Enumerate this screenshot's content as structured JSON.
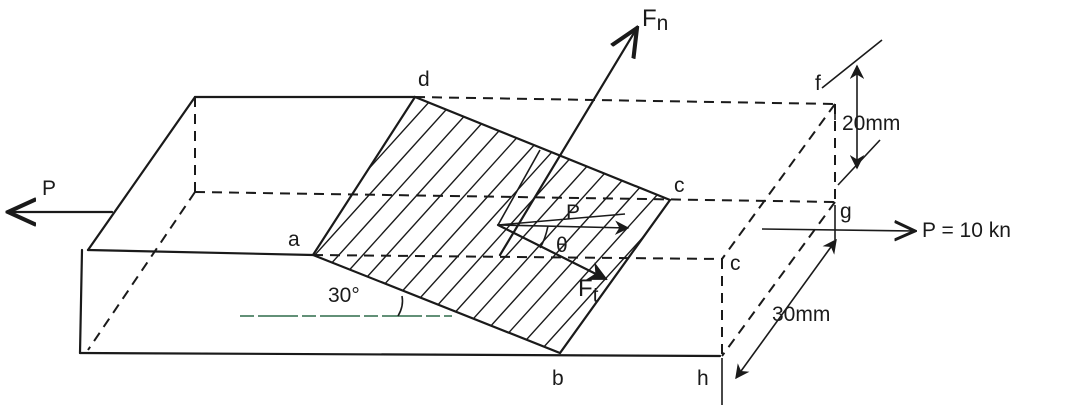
{
  "labels": {
    "point_a": "a",
    "point_b": "b",
    "point_c_top": "c",
    "point_c_side": "c",
    "point_d": "d",
    "point_f": "f",
    "point_g": "g",
    "point_h": "h",
    "force_normal": "F",
    "force_normal_sub": "n",
    "force_tangential": "F",
    "force_tangential_sub": "t",
    "force_p_left": "P",
    "force_p_inner": "P",
    "force_p_right": "P = 10 kn",
    "angle_theta": "θ",
    "angle_30": "30°",
    "dim_height": "20mm",
    "dim_depth": "30mm"
  },
  "colors": {
    "ink": "#1a1a1a",
    "background": "#ffffff",
    "reference_line": "#2e6b4a"
  }
}
